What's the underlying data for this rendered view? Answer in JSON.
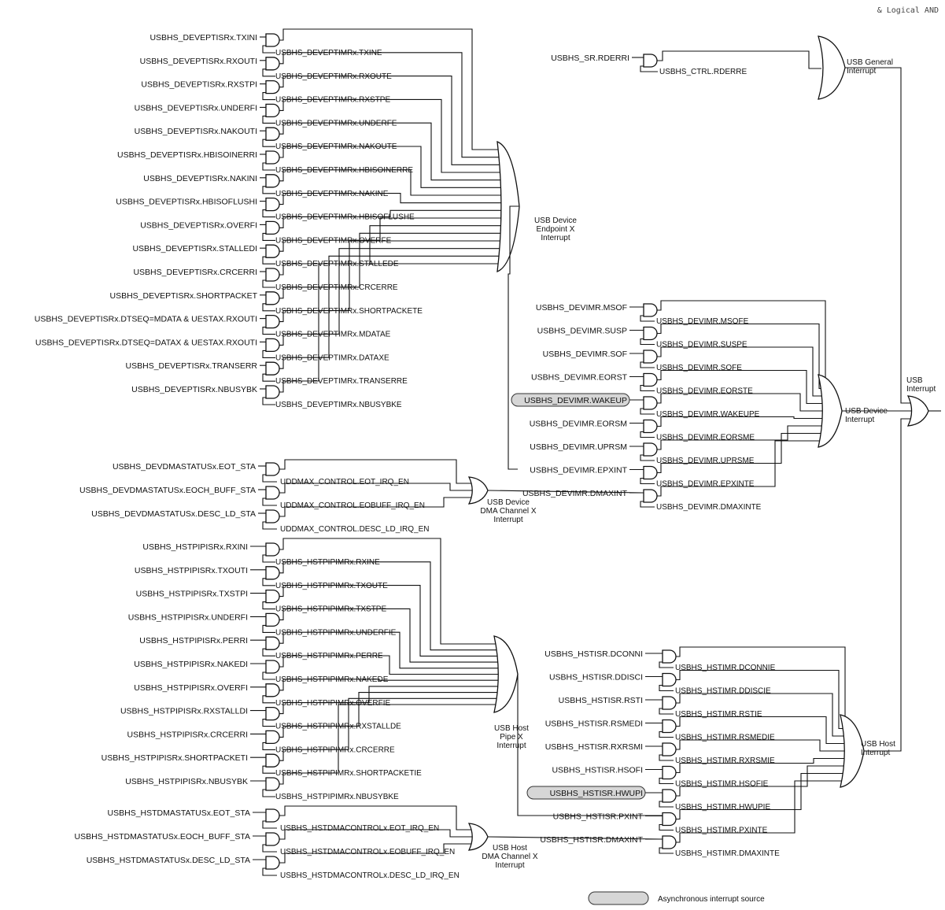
{
  "top_note": "& Logical AND",
  "endpoint_group": {
    "label": [
      "USB Device",
      "Endpoint X",
      "Interrupt"
    ],
    "signals": [
      [
        "USBHS_DEVEPTISRx.TXINI",
        "USBHS_DEVEPTIMRx.TXINE"
      ],
      [
        "USBHS_DEVEPTISRx.RXOUTI",
        "USBHS_DEVEPTIMRx.RXOUTE"
      ],
      [
        "USBHS_DEVEPTISRx.RXSTPI",
        "USBHS_DEVEPTIMRx.RXSTPE"
      ],
      [
        "USBHS_DEVEPTISRx.UNDERFI",
        "USBHS_DEVEPTIMRx.UNDERFE"
      ],
      [
        "USBHS_DEVEPTISRx.NAKOUTI",
        "USBHS_DEVEPTIMRx.NAKOUTE"
      ],
      [
        "USBHS_DEVEPTISRx.HBISOINERRI",
        "USBHS_DEVEPTIMRx.HBISOINERRE"
      ],
      [
        "USBHS_DEVEPTISRx.NAKINI",
        "USBHS_DEVEPTIMRx.NAKINE"
      ],
      [
        "USBHS_DEVEPTISRx.HBISOFLUSHI",
        "USBHS_DEVEPTIMRx.HBISOFLUSHE"
      ],
      [
        "USBHS_DEVEPTISRx.OVERFI",
        "USBHS_DEVEPTIMRx.OVERFE"
      ],
      [
        "USBHS_DEVEPTISRx.STALLEDI",
        "USBHS_DEVEPTIMRx.STALLEDE"
      ],
      [
        "USBHS_DEVEPTISRx.CRCERRI",
        "USBHS_DEVEPTIMRx.CRCERRE"
      ],
      [
        "USBHS_DEVEPTISRx.SHORTPACKET",
        "USBHS_DEVEPTIMRx.SHORTPACKETE"
      ],
      [
        "USBHS_DEVEPTISRx.DTSEQ=MDATA & UESTAX.RXOUTI",
        "USBHS_DEVEPTIMRx.MDATAE"
      ],
      [
        "USBHS_DEVEPTISRx.DTSEQ=DATAX & UESTAX.RXOUTI",
        "USBHS_DEVEPTIMRx.DATAXE"
      ],
      [
        "USBHS_DEVEPTISRx.TRANSERR",
        "USBHS_DEVEPTIMRx.TRANSERRE"
      ],
      [
        "USBHS_DEVEPTISRx.NBUSYBK",
        "USBHS_DEVEPTIMRx.NBUSYBKE"
      ]
    ]
  },
  "dev_dma_group": {
    "label": [
      "USB Device",
      "DMA Channel X",
      "Interrupt"
    ],
    "signals": [
      [
        "USBHS_DEVDMASTATUSx.EOT_STA",
        "UDDMAX_CONTROL.EOT_IRQ_EN"
      ],
      [
        "USBHS_DEVDMASTATUSx.EOCH_BUFF_STA",
        "UDDMAX_CONTROL.EOBUFF_IRQ_EN"
      ],
      [
        "USBHS_DEVDMASTATUSx.DESC_LD_STA",
        "UDDMAX_CONTROL.DESC_LD_IRQ_EN"
      ]
    ]
  },
  "pipe_group": {
    "label": [
      "USB Host",
      "Pipe X",
      "Interrupt"
    ],
    "signals": [
      [
        "USBHS_HSTPIPISRx.RXINI",
        "USBHS_HSTPIPIMRx.RXINE"
      ],
      [
        "USBHS_HSTPIPISRx.TXOUTI",
        "USBHS_HSTPIPIMRx.TXOUTE"
      ],
      [
        "USBHS_HSTPIPISRx.TXSTPI",
        "USBHS_HSTPIPIMRx.TXSTPE"
      ],
      [
        "USBHS_HSTPIPISRx.UNDERFI",
        "USBHS_HSTPIPIMRx.UNDERFIE"
      ],
      [
        "USBHS_HSTPIPISRx.PERRI",
        "USBHS_HSTPIPIMRx.PERRE"
      ],
      [
        "USBHS_HSTPIPISRx.NAKEDI",
        "USBHS_HSTPIPIMRx.NAKEDE"
      ],
      [
        "USBHS_HSTPIPISRx.OVERFI",
        "USBHS_HSTPIPIMRx.OVERFIE"
      ],
      [
        "USBHS_HSTPIPISRx.RXSTALLDI",
        "USBHS_HSTPIPIMRx.RXSTALLDE"
      ],
      [
        "USBHS_HSTPIPISRx.CRCERRI",
        "USBHS_HSTPIPIMRx.CRCERRE"
      ],
      [
        "USBHS_HSTPIPISRx.SHORTPACKETI",
        "USBHS_HSTPIPIMRx.SHORTPACKETIE"
      ],
      [
        "USBHS_HSTPIPISRx.NBUSYBK",
        "USBHS_HSTPIPIMRx.NBUSYBKE"
      ]
    ]
  },
  "host_dma_group": {
    "label": [
      "USB Host",
      "DMA Channel X",
      "Interrupt"
    ],
    "signals": [
      [
        "USBHS_HSTDMASTATUSx.EOT_STA",
        "USBHS_HSTDMACONTROLx.EOT_IRQ_EN"
      ],
      [
        "USBHS_HSTDMASTATUSx.EOCH_BUFF_STA",
        "USBHS_HSTDMACONTROLx.EOBUFF_IRQ_EN"
      ],
      [
        "USBHS_HSTDMASTATUSx.DESC_LD_STA",
        "USBHS_HSTDMACONTROLx.DESC_LD_IRQ_EN"
      ]
    ]
  },
  "general_group": {
    "label": [
      "USB General",
      "Interrupt"
    ],
    "signals": [
      [
        "USBHS_SR.RDERRI",
        "USBHS_CTRL.RDERRE"
      ]
    ]
  },
  "device_group": {
    "label": [
      "USB Device",
      "Interrupt"
    ],
    "signals": [
      [
        "USBHS_DEVIMR.MSOF",
        "USBHS_DEVIMR.MSOFE"
      ],
      [
        "USBHS_DEVIMR.SUSP",
        "USBHS_DEVIMR.SUSPE"
      ],
      [
        "USBHS_DEVIMR.SOF",
        "USBHS_DEVIMR.SOFE"
      ],
      [
        "USBHS_DEVIMR.EORST",
        "USBHS_DEVIMR.EORSTE"
      ],
      [
        "USBHS_DEVIMR.WAKEUP",
        "USBHS_DEVIMR.WAKEUPE"
      ],
      [
        "USBHS_DEVIMR.EORSM",
        "USBHS_DEVIMR.EORSME"
      ],
      [
        "USBHS_DEVIMR.UPRSM",
        "USBHS_DEVIMR.UPRSME"
      ],
      [
        "USBHS_DEVIMR.EPXINT",
        "USBHS_DEVIMR.EPXINTE"
      ],
      [
        "USBHS_DEVIMR.DMAXINT",
        "USBHS_DEVIMR.DMAXINTE"
      ]
    ]
  },
  "host_group": {
    "label": [
      "USB Host",
      "Interrupt"
    ],
    "signals": [
      [
        "USBHS_HSTISR.DCONNI",
        "USBHS_HSTIMR.DCONNIE"
      ],
      [
        "USBHS_HSTISR.DDISCI",
        "USBHS_HSTIMR.DDISCIE"
      ],
      [
        "USBHS_HSTISR.RSTI",
        "USBHS_HSTIMR.RSTIE"
      ],
      [
        "USBHS_HSTISR.RSMEDI",
        "USBHS_HSTIMR.RSMEDIE"
      ],
      [
        "USBHS_HSTISR.RXRSMI",
        "USBHS_HSTIMR.RXRSMIE"
      ],
      [
        "USBHS_HSTISR.HSOFI",
        "USBHS_HSTIMR.HSOFIE"
      ],
      [
        "USBHS_HSTISR.HWUPI",
        "USBHS_HSTIMR.HWUPIE"
      ],
      [
        "USBHS_HSTISR.PXINT",
        "USBHS_HSTIMR.PXINTE"
      ],
      [
        "USBHS_HSTISR.DMAXINT",
        "USBHS_HSTIMR.DMAXINTE"
      ]
    ]
  },
  "usb_interrupt_label": [
    "USB",
    "Interrupt"
  ],
  "legend": {
    "async_label": "Asynchronous interrupt source"
  },
  "colors": {
    "line": "#111111",
    "async_fill": "#d6d6d6"
  }
}
